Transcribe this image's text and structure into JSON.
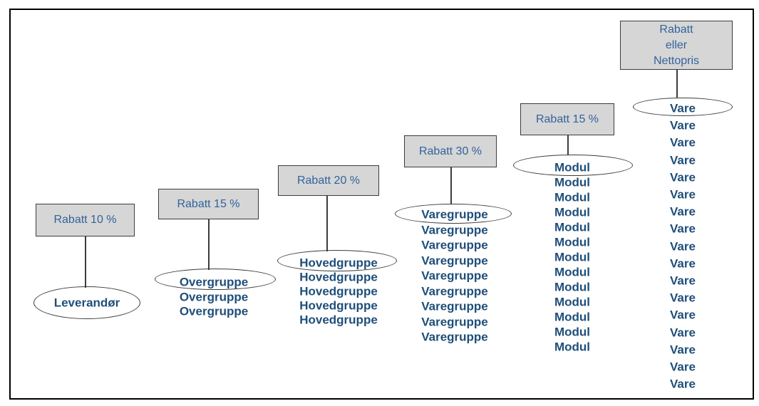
{
  "diagram": {
    "description": "Discount hierarchy diagram",
    "colors": {
      "background": "#ffffff",
      "frame_border": "#000000",
      "box_fill": "#d6d6d6",
      "box_border": "#3c3c3c",
      "box_text": "#31639c",
      "node_text": "#1e4e79",
      "line": "#3c3c3c"
    },
    "columns": [
      {
        "id": "leverandor",
        "discount_label_lines": [
          "Rabatt 10 %"
        ],
        "items": [
          "Leverandør"
        ]
      },
      {
        "id": "overgruppe",
        "discount_label_lines": [
          "Rabatt 15 %"
        ],
        "items": [
          "Overgruppe",
          "Overgruppe",
          "Overgruppe"
        ]
      },
      {
        "id": "hovedgruppe",
        "discount_label_lines": [
          "Rabatt 20 %"
        ],
        "items": [
          "Hovedgruppe",
          "Hovedgruppe",
          "Hovedgruppe",
          "Hovedgruppe",
          "Hovedgruppe"
        ]
      },
      {
        "id": "varegruppe",
        "discount_label_lines": [
          "Rabatt 30 %"
        ],
        "items": [
          "Varegruppe",
          "Varegruppe",
          "Varegruppe",
          "Varegruppe",
          "Varegruppe",
          "Varegruppe",
          "Varegruppe",
          "Varegruppe",
          "Varegruppe"
        ]
      },
      {
        "id": "modul",
        "discount_label_lines": [
          "Rabatt 15 %"
        ],
        "items": [
          "Modul",
          "Modul",
          "Modul",
          "Modul",
          "Modul",
          "Modul",
          "Modul",
          "Modul",
          "Modul",
          "Modul",
          "Modul",
          "Modul",
          "Modul"
        ]
      },
      {
        "id": "vare",
        "discount_label_lines": [
          "Rabatt",
          "eller",
          "Nettopris"
        ],
        "items": [
          "Vare",
          "Vare",
          "Vare",
          "Vare",
          "Vare",
          "Vare",
          "Vare",
          "Vare",
          "Vare",
          "Vare",
          "Vare",
          "Vare",
          "Vare",
          "Vare",
          "Vare",
          "Vare",
          "Vare"
        ]
      }
    ]
  }
}
